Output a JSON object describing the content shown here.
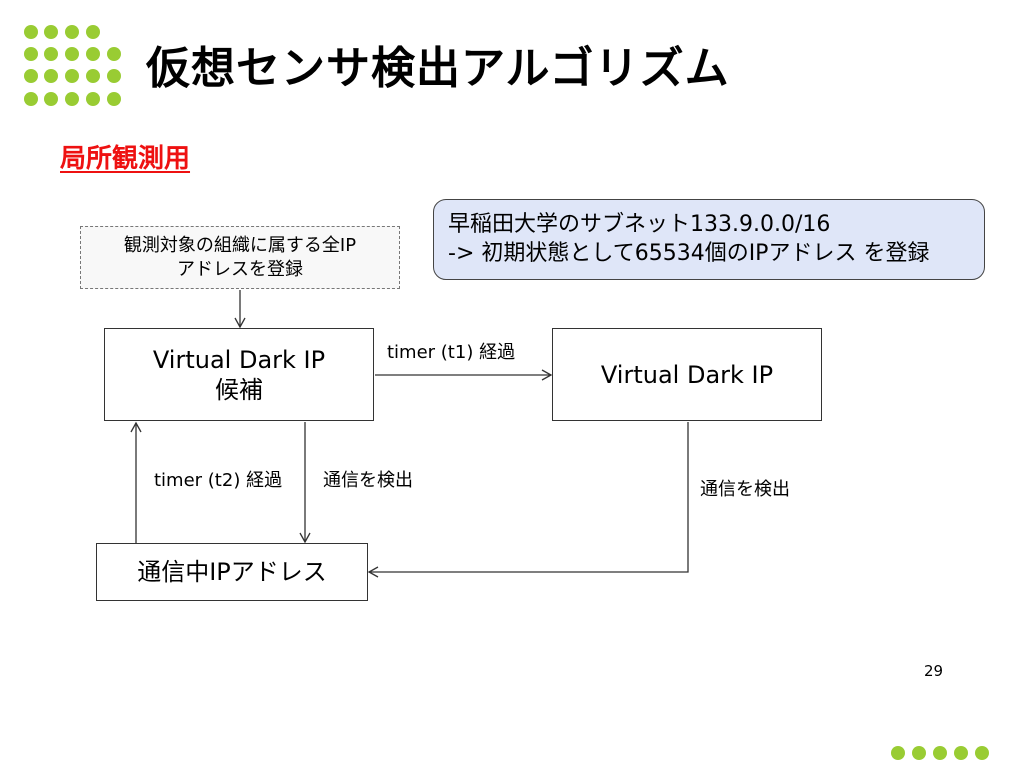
{
  "title": "仮想センサ検出アルゴリズム",
  "subtitle": "局所観測用",
  "note": {
    "line1": "観測対象の組織に属する全IP",
    "line2": "アドレスを登録"
  },
  "info": {
    "line1": "早稲田大学のサブネット133.9.0.0/16",
    "line2": "->  初期状態として65534個のIPアドレス を登録"
  },
  "nodes": {
    "candidate": {
      "line1": "Virtual Dark IP",
      "line2": "候補"
    },
    "dark_ip": {
      "label": "Virtual Dark IP"
    },
    "active": {
      "label": "通信中IPアドレス"
    }
  },
  "edges": {
    "t1": "timer (t1) 経過",
    "t2": "timer (t2) 経過",
    "detect_left": "通信を検出",
    "detect_right": "通信を検出"
  },
  "page_number": "29",
  "colors": {
    "accent_dots": "#99cc33",
    "subtitle": "#ee1111",
    "info_fill": "#dfe6f8"
  }
}
